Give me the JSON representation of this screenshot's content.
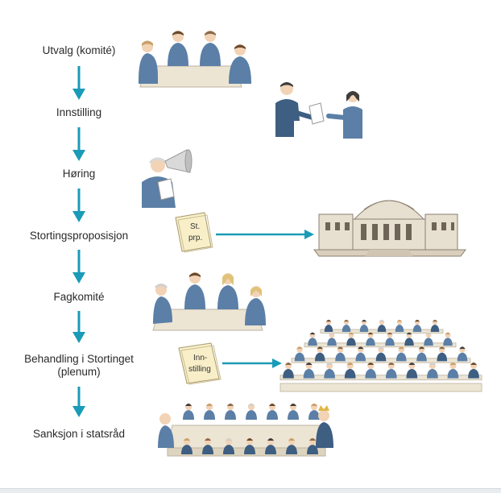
{
  "steps": [
    {
      "label": "Utvalg (komité)"
    },
    {
      "label": "Innstilling"
    },
    {
      "label": "Høring"
    },
    {
      "label": "Stortingsproposisjon"
    },
    {
      "label": "Fagkomité"
    },
    {
      "label": "Behandling i Stortinget (plenum)"
    },
    {
      "label": "Sanksjon i statsråd"
    }
  ],
  "documents": {
    "proposition": {
      "line1": "St.",
      "line2": "prp."
    },
    "recommendation": {
      "line1": "Inn-",
      "line2": "stilling"
    }
  },
  "colors": {
    "arrow": "#1a9bb7",
    "suit": "#5b7fa6",
    "suit_dark": "#3e5e82",
    "skin": "#f2d3b6",
    "hair": "#6b4a2e",
    "table": "#ece5d4",
    "building": "#e7dfcf",
    "paper": "#f8efc9"
  },
  "icons": [
    "committee-meeting-illustration",
    "handover-illustration",
    "megaphone-speaker-illustration",
    "proposition-document-icon",
    "parliament-building-illustration",
    "standing-committee-illustration",
    "recommendation-document-icon",
    "parliament-plenary-illustration",
    "council-of-state-illustration"
  ]
}
